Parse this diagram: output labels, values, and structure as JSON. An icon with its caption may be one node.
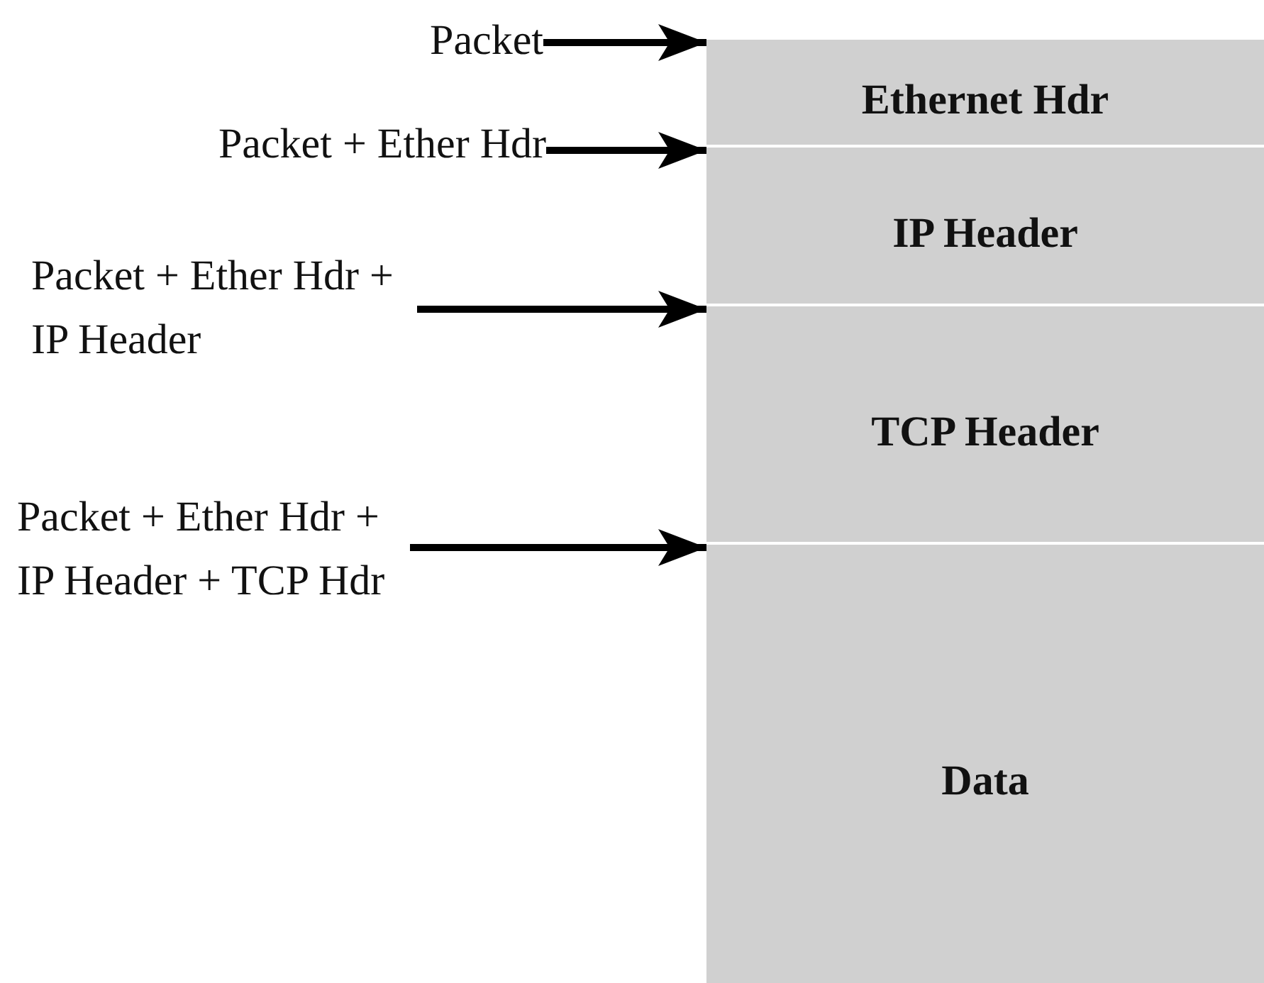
{
  "diagram": {
    "nodes": [
      {
        "text": [
          "Packet"
        ]
      },
      {
        "text": [
          "Ethernet Hdr"
        ]
      },
      {
        "text": [
          "Packet + Ether Hdr"
        ]
      },
      {
        "text": [
          "IP Header"
        ]
      },
      {
        "text": [
          "Packet + Ether Hdr + IP Header"
        ]
      },
      {
        "text": [
          "TCP Header"
        ]
      },
      {
        "text": [
          "Packet + Ether Hdr + IP Header + TCP Hdr"
        ]
      },
      {
        "text": [
          "Data"
        ]
      }
    ],
    "edges": [
      {
        "from": 0,
        "to": 1,
        "arrow": "to"
      },
      {
        "from": 2,
        "to": 3,
        "arrow": "to"
      },
      {
        "from": 4,
        "to": 5,
        "arrow": "to"
      },
      {
        "from": 6,
        "to": 7,
        "arrow": "to"
      }
    ]
  }
}
